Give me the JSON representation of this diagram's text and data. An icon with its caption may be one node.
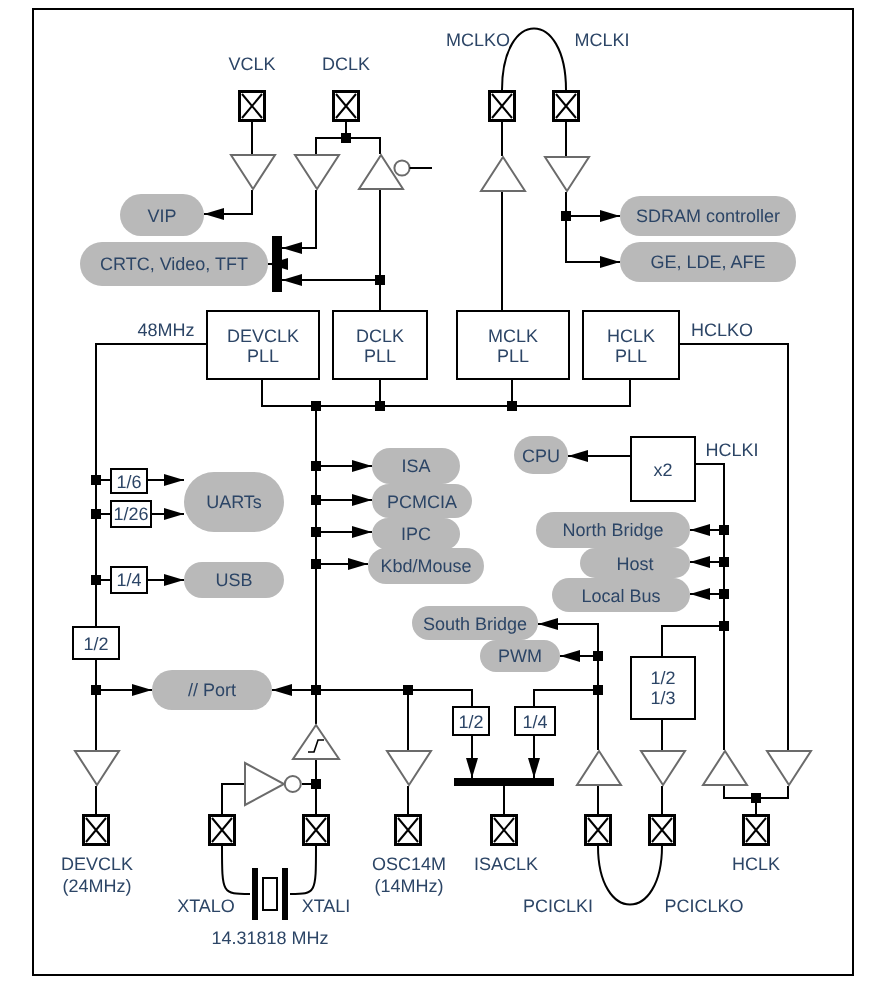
{
  "diagram": {
    "nodes": [
      {
        "text": [],
        "shape": "box",
        "beside": [
          "VCLK"
        ]
      },
      {
        "text": [],
        "shape": "box",
        "beside": [
          "DCLK"
        ]
      },
      {
        "text": [],
        "shape": "box",
        "beside": [
          "MCLKO"
        ]
      },
      {
        "text": [],
        "shape": "box",
        "beside": [
          "MCLKI"
        ]
      },
      {
        "text": [],
        "shape": "triangle"
      },
      {
        "text": [],
        "shape": "triangle"
      },
      {
        "text": [],
        "shape": "triangle"
      },
      {
        "text": [],
        "shape": "triangle"
      },
      {
        "text": [],
        "shape": "triangle"
      },
      {
        "text": [
          "VIP"
        ]
      },
      {
        "text": [
          "CRTC, Video, TFT"
        ]
      },
      {
        "text": [],
        "shape": "bar"
      },
      {
        "text": [
          "SDRAM controller"
        ]
      },
      {
        "text": [
          "GE, LDE, AFE"
        ]
      },
      {
        "text": [
          "DEVCLK PLL"
        ],
        "beside": [
          "48MHz"
        ]
      },
      {
        "text": [
          "DCLK PLL"
        ]
      },
      {
        "text": [
          "MCLK PLL"
        ]
      },
      {
        "text": [
          "HCLK PLL"
        ],
        "beside": [
          "HCLKO"
        ]
      },
      {
        "text": [
          "1/6"
        ]
      },
      {
        "text": [
          "1/26"
        ]
      },
      {
        "text": [
          "UARTs"
        ]
      },
      {
        "text": [
          "1/4"
        ]
      },
      {
        "text": [
          "USB"
        ]
      },
      {
        "text": [
          "1/2"
        ]
      },
      {
        "text": [
          "// Port"
        ]
      },
      {
        "text": [
          "ISA"
        ]
      },
      {
        "text": [
          "PCMCIA"
        ]
      },
      {
        "text": [
          "IPC"
        ]
      },
      {
        "text": [
          "Kbd/Mouse"
        ]
      },
      {
        "text": [
          "CPU"
        ]
      },
      {
        "text": [
          "x2"
        ],
        "beside": [
          "HCLKI"
        ]
      },
      {
        "text": [
          "North Bridge"
        ]
      },
      {
        "text": [
          "Host"
        ]
      },
      {
        "text": [
          "Local Bus"
        ]
      },
      {
        "text": [
          "South Bridge"
        ]
      },
      {
        "text": [
          "PWM"
        ]
      },
      {
        "text": [
          "1/2"
        ]
      },
      {
        "text": [
          "1/4"
        ]
      },
      {
        "text": [
          "1/2 1/3"
        ]
      },
      {
        "text": [],
        "shape": "bar"
      },
      {
        "text": [],
        "shape": "triangle"
      },
      {
        "text": [],
        "shape": "triangle"
      },
      {
        "text": [],
        "shape": "triangle"
      },
      {
        "text": [],
        "shape": "triangle"
      },
      {
        "text": [],
        "shape": "triangle"
      },
      {
        "text": [],
        "shape": "triangle"
      },
      {
        "text": [],
        "shape": "triangle"
      },
      {
        "text": [],
        "shape": "triangle"
      },
      {
        "text": [],
        "shape": "box",
        "beside": [
          "DEVCLK (24MHz)"
        ]
      },
      {
        "text": [],
        "shape": "box"
      },
      {
        "text": [],
        "shape": "box"
      },
      {
        "text": [],
        "shape": "box",
        "beside": [
          "OSC14M (14MHz)"
        ]
      },
      {
        "text": [],
        "shape": "box",
        "beside": [
          "ISACLK"
        ]
      },
      {
        "text": [],
        "shape": "box",
        "beside": [
          "PCICLKI"
        ]
      },
      {
        "text": [],
        "shape": "box",
        "beside": [
          "PCICLKO"
        ]
      },
      {
        "text": [],
        "shape": "box",
        "beside": [
          "HCLK"
        ]
      },
      {
        "text": [],
        "shape": "crystal",
        "beside": [
          "14.31818 MHz"
        ]
      }
    ],
    "edges": [
      {
        "from": 0,
        "to": 4,
        "arrow": "none"
      },
      {
        "from": 4,
        "to": 9,
        "arrow": "to"
      },
      {
        "from": 1,
        "to": 5,
        "arrow": "none"
      },
      {
        "from": 1,
        "to": 6,
        "arrow": "none"
      },
      {
        "from": 5,
        "to": 11,
        "arrow": "to"
      },
      {
        "from": 15,
        "to": 6,
        "arrow": "none"
      },
      {
        "from": 15,
        "to": 11,
        "arrow": "to"
      },
      {
        "from": 11,
        "to": 10,
        "arrow": "to"
      },
      {
        "from": 16,
        "to": 7,
        "arrow": "none"
      },
      {
        "from": 7,
        "to": 2,
        "arrow": "none"
      },
      {
        "from": 2,
        "to": 3,
        "arrow": "none"
      },
      {
        "from": 3,
        "to": 8,
        "arrow": "none"
      },
      {
        "from": 8,
        "to": 12,
        "arrow": "to"
      },
      {
        "from": 8,
        "to": 13,
        "arrow": "to"
      },
      {
        "from": 14,
        "to": 18,
        "arrow": "none"
      },
      {
        "from": 14,
        "to": 19,
        "arrow": "none"
      },
      {
        "from": 14,
        "to": 21,
        "arrow": "none"
      },
      {
        "from": 14,
        "to": 23,
        "arrow": "none"
      },
      {
        "from": 18,
        "to": 20,
        "arrow": "to"
      },
      {
        "from": 19,
        "to": 20,
        "arrow": "to"
      },
      {
        "from": 21,
        "to": 22,
        "arrow": "to"
      },
      {
        "from": 23,
        "to": 24,
        "arrow": "to"
      },
      {
        "from": 23,
        "to": 40,
        "arrow": "none"
      },
      {
        "from": 40,
        "to": 48,
        "arrow": "none"
      },
      {
        "from": 42,
        "to": 14,
        "arrow": "none"
      },
      {
        "from": 42,
        "to": 15,
        "arrow": "none"
      },
      {
        "from": 42,
        "to": 16,
        "arrow": "none"
      },
      {
        "from": 42,
        "to": 17,
        "arrow": "none"
      },
      {
        "from": 42,
        "to": 25,
        "arrow": "to"
      },
      {
        "from": 42,
        "to": 26,
        "arrow": "to"
      },
      {
        "from": 42,
        "to": 27,
        "arrow": "to"
      },
      {
        "from": 42,
        "to": 28,
        "arrow": "to"
      },
      {
        "from": 42,
        "to": 24,
        "arrow": "to"
      },
      {
        "from": 42,
        "to": 43,
        "arrow": "none"
      },
      {
        "from": 42,
        "to": 36,
        "arrow": "none"
      },
      {
        "from": 43,
        "to": 51,
        "arrow": "none"
      },
      {
        "from": 36,
        "to": 39,
        "arrow": "to"
      },
      {
        "from": 37,
        "to": 39,
        "arrow": "to"
      },
      {
        "from": 39,
        "to": 52,
        "arrow": "none"
      },
      {
        "from": 53,
        "to": 44,
        "arrow": "none"
      },
      {
        "from": 44,
        "to": 34,
        "arrow": "to"
      },
      {
        "from": 44,
        "to": 35,
        "arrow": "to"
      },
      {
        "from": 44,
        "to": 37,
        "arrow": "none"
      },
      {
        "from": 45,
        "to": 54,
        "arrow": "none"
      },
      {
        "from": 38,
        "to": 45,
        "arrow": "none"
      },
      {
        "from": 53,
        "to": 54,
        "arrow": "none"
      },
      {
        "from": 17,
        "to": 47,
        "arrow": "none"
      },
      {
        "from": 47,
        "to": 55,
        "arrow": "none"
      },
      {
        "from": 55,
        "to": 46,
        "arrow": "none"
      },
      {
        "from": 46,
        "to": 30,
        "arrow": "none"
      },
      {
        "from": 46,
        "to": 31,
        "arrow": "to"
      },
      {
        "from": 46,
        "to": 32,
        "arrow": "to"
      },
      {
        "from": 46,
        "to": 33,
        "arrow": "to"
      },
      {
        "from": 46,
        "to": 38,
        "arrow": "none"
      },
      {
        "from": 30,
        "to": 29,
        "arrow": "to"
      },
      {
        "from": 49,
        "to": 41,
        "arrow": "none"
      },
      {
        "from": 41,
        "to": 50,
        "arrow": "none"
      },
      {
        "from": 50,
        "to": 42,
        "arrow": "none"
      },
      {
        "from": 49,
        "to": 56,
        "arrow": "none"
      },
      {
        "from": 56,
        "to": 50,
        "arrow": "none"
      }
    ],
    "labels": [
      "XTALO",
      "XTALI"
    ]
  }
}
